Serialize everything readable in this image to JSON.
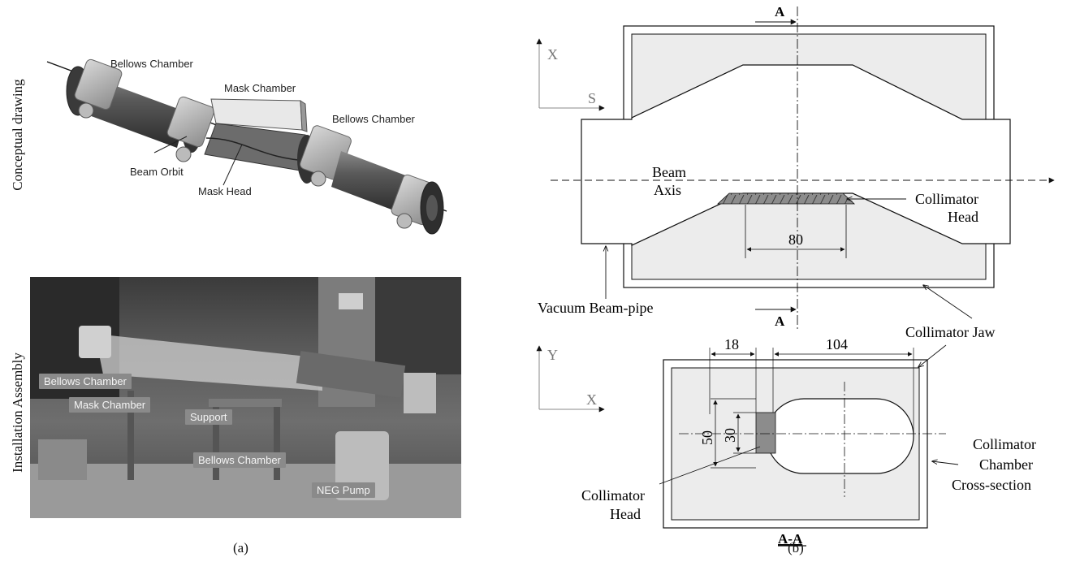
{
  "panel_a": {
    "caption": "(a)",
    "top_side_label": "Conceptual drawing",
    "bottom_side_label": "Installation Assembly",
    "concept_callouts": {
      "bellows_left": "Bellows Chamber",
      "mask_chamber": "Mask Chamber",
      "bellows_right": "Bellows Chamber",
      "beam_orbit": "Beam Orbit",
      "mask_head": "Mask Head"
    },
    "photo_tags": {
      "bellows_left": "Bellows Chamber",
      "mask_chamber": "Mask Chamber",
      "support": "Support",
      "bellows_right": "Bellows Chamber",
      "neg_pump": "NEG Pump"
    }
  },
  "panel_b": {
    "caption": "(b)",
    "top_view": {
      "section_marker_top": "A",
      "section_marker_bottom": "A",
      "axis_x": "X",
      "axis_s": "S",
      "beam_axis_line1": "Beam",
      "beam_axis_line2": "Axis",
      "collimator_head_line1": "Collimator",
      "collimator_head_line2": "Head",
      "dim_80": "80",
      "vacuum_beam_pipe": "Vacuum Beam-pipe",
      "collimator_jaw": "Collimator Jaw"
    },
    "section_view": {
      "axis_y": "Y",
      "axis_x": "X",
      "dim_18": "18",
      "dim_104": "104",
      "dim_50": "50",
      "dim_30": "30",
      "collimator_head_line1": "Collimator",
      "collimator_head_line2": "Head",
      "chamber_line1": "Collimator",
      "chamber_line2": "Chamber",
      "chamber_line3": "Cross-section",
      "section_title": "A-A"
    }
  }
}
